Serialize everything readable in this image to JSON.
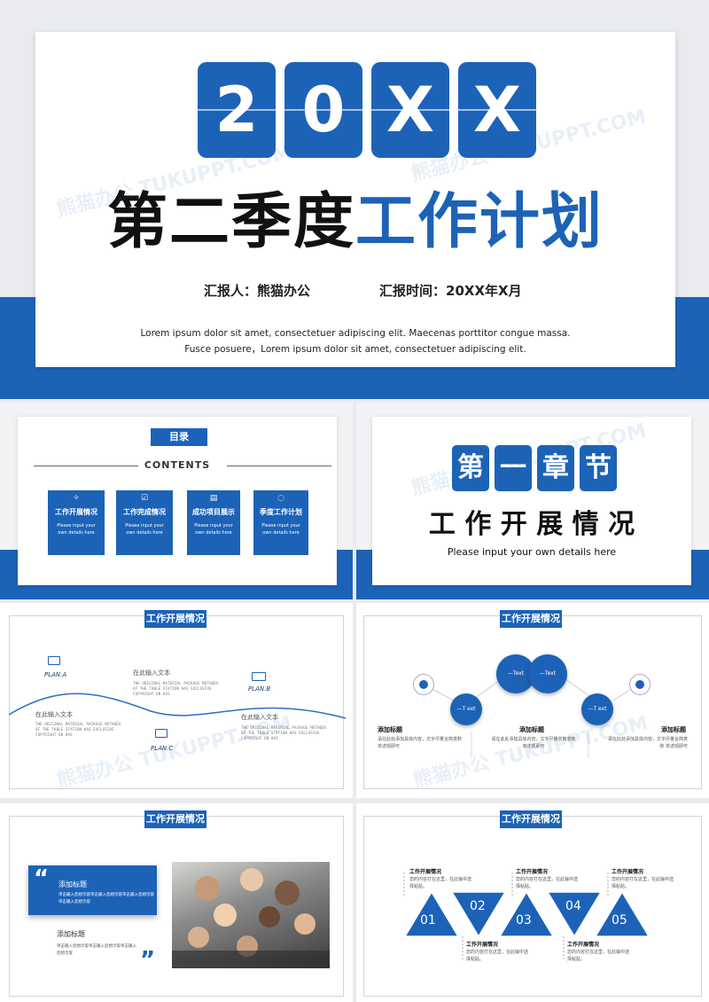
{
  "cover": {
    "digits": [
      "2",
      "0",
      "X",
      "X"
    ],
    "title_black": "第二季度",
    "title_blue": "工作计划",
    "reporter": "汇报人：熊猫办公",
    "report_time": "汇报时间：20XX年X月",
    "lorem1": "Lorem ipsum dolor sit amet, consectetuer adipiscing elit. Maecenas porttitor congue massa.",
    "lorem2": "Fusce posuere，Lorem ipsum dolor sit amet, consectetuer adipiscing elit.",
    "watermark": "熊猫办公 TUKUPPT.COM"
  },
  "contents": {
    "tag": "目录",
    "heading": "CONTENTS",
    "items": [
      {
        "icon": "bulb-icon",
        "title": "工作开展情况",
        "desc": "Please input your own details here"
      },
      {
        "icon": "checklist-icon",
        "title": "工作完成情况",
        "desc": "Please input your own details here"
      },
      {
        "icon": "book-icon",
        "title": "成功项目展示",
        "desc": "Please input your own details here"
      },
      {
        "icon": "chat-icon",
        "title": "季度工作计划",
        "desc": "Please input your own details here"
      }
    ]
  },
  "chapter": {
    "chars": [
      "第",
      "一",
      "章",
      "节"
    ],
    "title": "工 作 开 展 情 况",
    "subtitle": "Please input your own details here"
  },
  "slide_wave": {
    "tag": "工作开展情况",
    "plan_a": "PLAN.A",
    "plan_b": "PLAN.B",
    "plan_c": "PLAN.C",
    "input_text": "在此输入文本",
    "body": "THE ORIGINAL MATERIAL PACKAGE METHODS OF THE TABLE STATION HAS EXCLUSIVE COPYRIGHT ON HAS"
  },
  "slide_circles": {
    "tag": "工作开展情况",
    "text_labels": [
      "—Text",
      "—Text",
      "—T ext",
      "—T ext"
    ],
    "add_title": "添加标题",
    "body": "请在此处添加具体内容，文字尽量言简意赅 单述观即可"
  },
  "slide_photo": {
    "tag": "工作开展情况",
    "quote_open": "“",
    "quote_close": "”",
    "title1": "添加标题",
    "body1": "单击输入您想示容单击输入您想示容单击输入您想示容单击输入您想示容",
    "title2": "添加标题",
    "body2": "单击输入您想示容单击输入您想示容单击输入您想示容"
  },
  "slide_triangles": {
    "tag": "工作开展情况",
    "numbers": [
      "01",
      "02",
      "03",
      "04",
      "05"
    ],
    "item_title": "工作开展情况",
    "item_body": "您的内容打在这里，在此输中选择粘贴。"
  },
  "colors": {
    "accent": "#1c63b7",
    "background": "#e9ebee"
  }
}
